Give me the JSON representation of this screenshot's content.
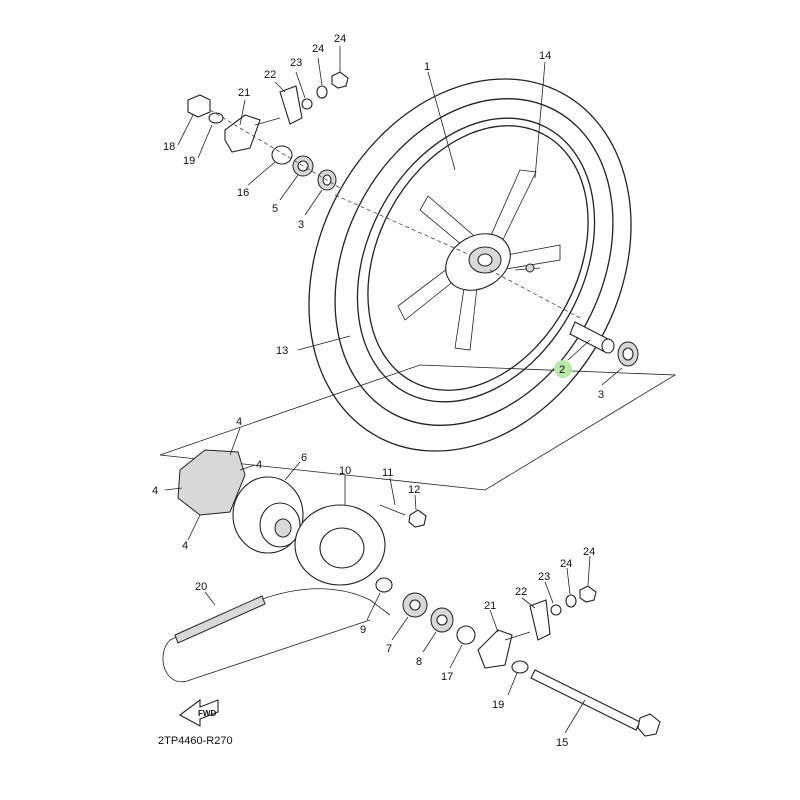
{
  "diagram": {
    "code": "2TP4460-R270",
    "fwd_label": "FWD",
    "highlight_color": "#b9e8a8",
    "callouts": {
      "c1": "1",
      "c14": "14",
      "c2": "2",
      "c3a": "3",
      "c3b": "3",
      "c13": "13",
      "c22a": "22",
      "c23a": "23",
      "c24a": "24",
      "c24b": "24",
      "c21a": "21",
      "c18": "18",
      "c19a": "19",
      "c16": "16",
      "c5": "5",
      "c4a": "4",
      "c4b": "4",
      "c4c": "4",
      "c4d": "4",
      "c6": "6",
      "c10": "10",
      "c11": "11",
      "c12": "12",
      "c20": "20",
      "c9": "9",
      "c7": "7",
      "c8": "8",
      "c17": "17",
      "c21b": "21",
      "c22b": "22",
      "c23b": "23",
      "c24c": "24",
      "c24d": "24",
      "c19b": "19",
      "c15": "15"
    }
  }
}
